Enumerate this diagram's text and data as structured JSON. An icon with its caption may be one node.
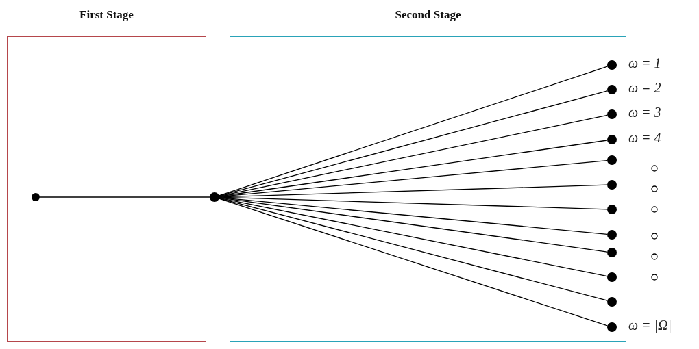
{
  "diagram": {
    "nodes": [
      {
        "text": [
          "First Stage"
        ]
      },
      {
        "text": [
          "Second Stage"
        ]
      },
      {
        "text": [],
        "shape": "circle",
        "in": 0
      },
      {
        "text": [],
        "shape": "circle"
      },
      {
        "text": [],
        "shape": "circle",
        "in": 1,
        "beside": [
          "ω = 1"
        ]
      },
      {
        "text": [],
        "shape": "circle",
        "in": 1,
        "beside": [
          "ω = 2"
        ]
      },
      {
        "text": [],
        "shape": "circle",
        "in": 1,
        "beside": [
          "ω = 3"
        ]
      },
      {
        "text": [],
        "shape": "circle",
        "in": 1,
        "beside": [
          "ω = 4"
        ]
      },
      {
        "text": [],
        "shape": "circle",
        "in": 1
      },
      {
        "text": [],
        "shape": "circle",
        "in": 1
      },
      {
        "text": [],
        "shape": "circle",
        "in": 1
      },
      {
        "text": [],
        "shape": "circle",
        "in": 1
      },
      {
        "text": [],
        "shape": "circle",
        "in": 1
      },
      {
        "text": [],
        "shape": "circle",
        "in": 1
      },
      {
        "text": [],
        "shape": "circle",
        "in": 1
      },
      {
        "text": [],
        "shape": "circle",
        "in": 1,
        "beside": [
          "ω = |Ω|"
        ]
      }
    ],
    "edges": [
      {
        "from": 2,
        "to": 3,
        "arrow": "none"
      },
      {
        "from": 3,
        "to": 4,
        "arrow": "none"
      },
      {
        "from": 3,
        "to": 5,
        "arrow": "none"
      },
      {
        "from": 3,
        "to": 6,
        "arrow": "none"
      },
      {
        "from": 3,
        "to": 7,
        "arrow": "none"
      },
      {
        "from": 3,
        "to": 8,
        "arrow": "none"
      },
      {
        "from": 3,
        "to": 9,
        "arrow": "none"
      },
      {
        "from": 3,
        "to": 10,
        "arrow": "none"
      },
      {
        "from": 3,
        "to": 11,
        "arrow": "none"
      },
      {
        "from": 3,
        "to": 12,
        "arrow": "none"
      },
      {
        "from": 3,
        "to": 13,
        "arrow": "none"
      },
      {
        "from": 3,
        "to": 14,
        "arrow": "none"
      },
      {
        "from": 3,
        "to": 15,
        "arrow": "none"
      }
    ]
  }
}
